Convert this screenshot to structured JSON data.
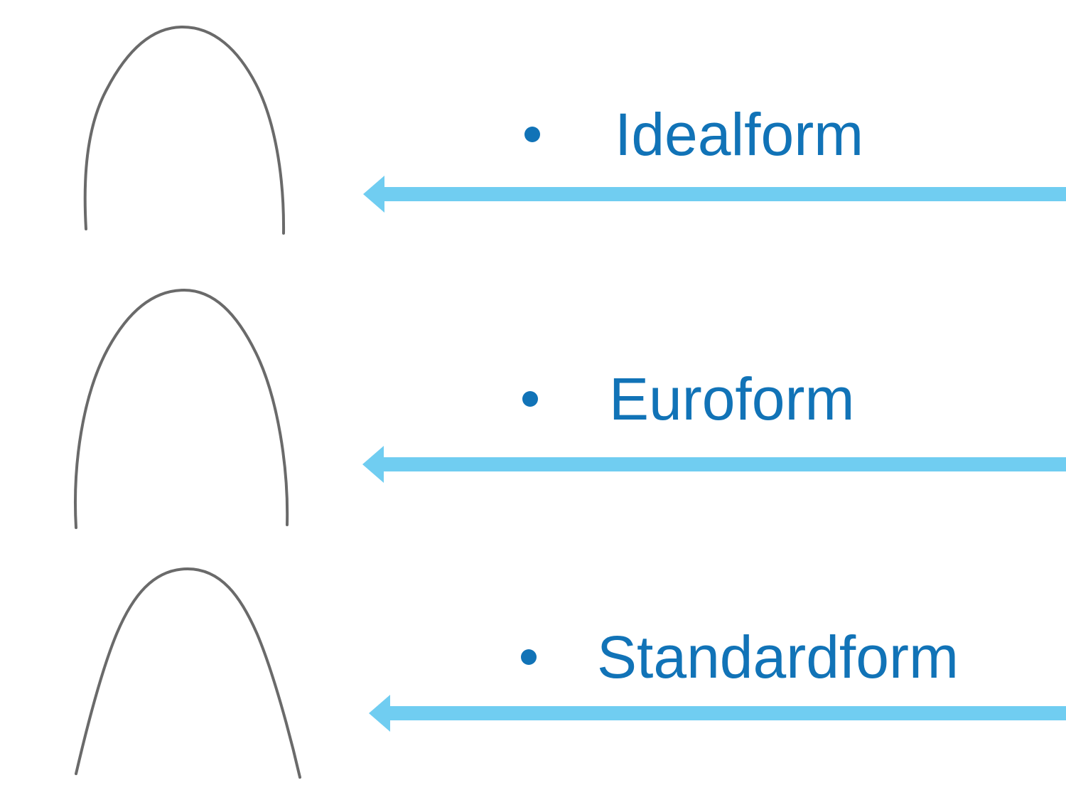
{
  "slide": {
    "items": [
      {
        "label": "Idealform",
        "bullet_icon": "bullet-dot",
        "shape_icon": "idealform-archwire",
        "arrow_icon": "left-arrow"
      },
      {
        "label": "Euroform",
        "bullet_icon": "bullet-dot",
        "shape_icon": "euroform-archwire",
        "arrow_icon": "left-arrow"
      },
      {
        "label": "Standardform",
        "bullet_icon": "bullet-dot",
        "shape_icon": "standardform-archwire",
        "arrow_icon": "left-arrow"
      }
    ]
  },
  "colors": {
    "label_blue": "#1173b7",
    "arrow_blue": "#70cdf1",
    "wire_gray": "#6a6a6a",
    "background": "#ffffff"
  }
}
